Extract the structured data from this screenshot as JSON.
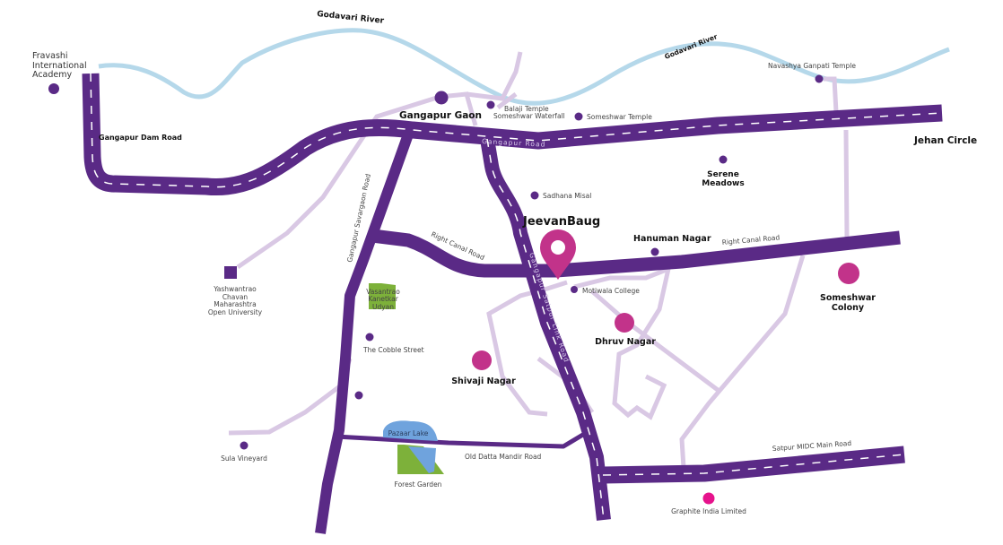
{
  "colors": {
    "main_road": "#5a2a86",
    "minor_road": "#d9c8e4",
    "river": "#b5d8ea",
    "locality_marker": "#c2338a",
    "project_marker": "#c2338a",
    "landmark_dot": "#5a2a86",
    "park": "#7db13a",
    "lake": "#6fa3dd",
    "graphite_dot": "#e6138c"
  },
  "project": {
    "name": "JeevanBaug",
    "icon": "map-pin-icon"
  },
  "river": {
    "label_1": "Godavari River",
    "label_2": "Godavari River"
  },
  "roads": {
    "gangapur_dam_road": "Gangapur Dam Road",
    "gangapur_road": "Gangapur Road",
    "savargaon_road": "Gangapur Savargaon Road",
    "right_canal_road_1": "Right Canal Road",
    "right_canal_road_2": "Right Canal Road",
    "satpur_link_road": "Gangapur Satpur Link Road",
    "satpur_midc_road": "Satpur MIDC Main Road",
    "old_datta_mandir_road": "Old Datta Mandir Road"
  },
  "localities": {
    "gangapur_gaon": "Gangapur Gaon",
    "jehan_circle": "Jehan Circle",
    "serene_meadows_1": "Serene",
    "serene_meadows_2": "Meadows",
    "hanuman_nagar": "Hanuman Nagar",
    "someshwar_colony_1": "Someshwar",
    "someshwar_colony_2": "Colony",
    "dhruv_nagar": "Dhruv Nagar",
    "shivaji_nagar": "Shivaji Nagar"
  },
  "landmarks": {
    "fravashi_1": "Fravashi",
    "fravashi_2": "International",
    "fravashi_3": "Academy",
    "balaji_temple": "Balaji Temple",
    "someshwar_waterfall": "Someshwar Waterfall",
    "someshwar_temple": "Someshwar Temple",
    "navashya_ganpati": "Navashya Ganpati Temple",
    "sadhana_misal": "Sadhana Misal",
    "motiwala_college": "Motiwala College",
    "ycmou_1": "Yashwantrao",
    "ycmou_2": "Chavan",
    "ycmou_3": "Maharashtra",
    "ycmou_4": "Open University",
    "vasantrao_1": "Vasantrao",
    "vasantrao_2": "Kanetkar",
    "vasantrao_3": "Udyan",
    "cobble_street": "The Cobble Street",
    "sula_vineyard": "Sula Vineyard",
    "pazaar_lake": "Pazaar Lake",
    "forest_garden": "Forest Garden",
    "graphite_india": "Graphite India Limited"
  }
}
